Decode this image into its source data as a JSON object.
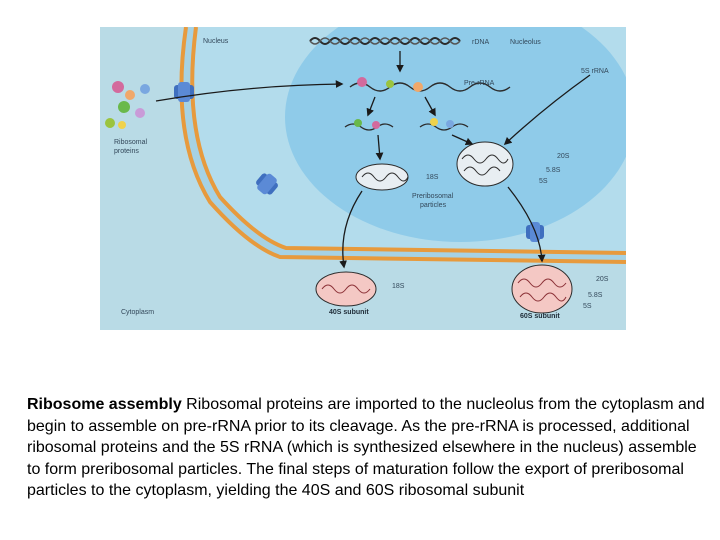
{
  "figure": {
    "labels": {
      "nucleus_left": "Nucleus",
      "rdna": "rDNA",
      "nucleolus": "Nucleolus",
      "five_s": "5S rRNA",
      "pre_rrna": "Pre-rRNA",
      "ribosomal_proteins_1": "Ribosomal",
      "ribosomal_proteins_2": "proteins",
      "s20_top": "20S",
      "s58_top": "5.8S",
      "s5_top": "5S",
      "s18_mid": "18S",
      "preribosomal_1": "Preribosomal",
      "preribosomal_2": "particles",
      "s18_bottom": "18S",
      "sub40": "40S subunit",
      "s20_bottom": "20S",
      "s58_bottom": "5.8S",
      "s5_bottom": "5S",
      "sub60": "60S subunit",
      "cytoplasm": "Cytoplasm"
    },
    "colors": {
      "cytoplasm": "#b9dbe6",
      "nucleus": "#a9d4e6",
      "nucleolus": "#8fcbe9",
      "envelope": "#e79a3d",
      "pore": "#3f6fbf",
      "arrow": "#1a1a1a",
      "subunit": "#f4c8c4"
    }
  },
  "caption": {
    "title": "Ribosome assembly",
    "body": " Ribosomal proteins are imported to the nucleolus from the cytoplasm and begin to assemble on pre-rRNA prior to its cleavage. As the pre-rRNA is processed, additional ribosomal proteins and the 5S rRNA (which is synthesized elsewhere in the nucleus) assemble to form preribosomal particles. The final steps of maturation follow the export of preribosomal particles to the cytoplasm, yielding the 40S and 60S ribosomal subunit"
  }
}
